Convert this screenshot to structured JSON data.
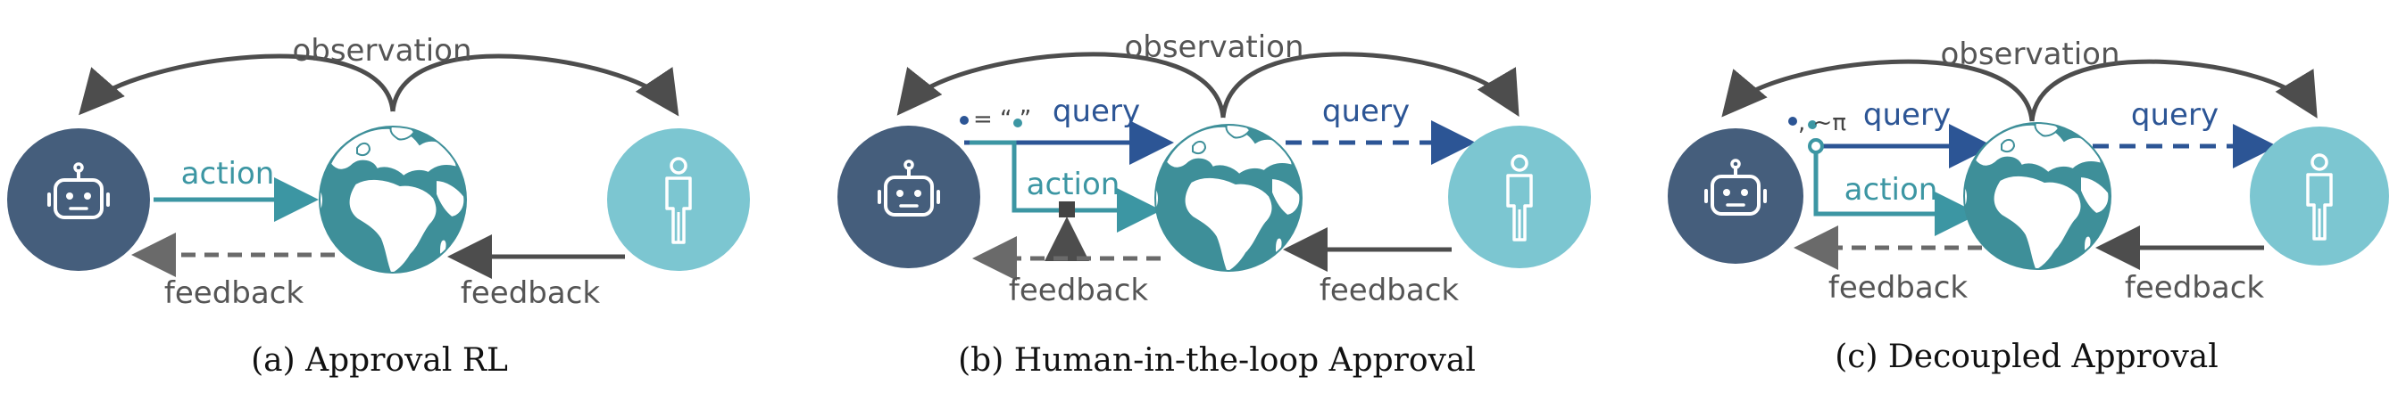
{
  "colors": {
    "agent": "#455e7c",
    "world": "#3e8f99",
    "human": "#7cc6d1",
    "action": "#3c96a3",
    "query": "#2c5595",
    "gray": "#4d4d4d",
    "dashed_gray": "#6a6a6a"
  },
  "icons": {
    "agent": "robot-icon",
    "world": "globe-icon",
    "human": "person-icon"
  },
  "panels": [
    {
      "caption": "(a) Approval RL",
      "observation": "observation",
      "action": "action",
      "feedback_agent": "feedback",
      "feedback_human": "feedback"
    },
    {
      "caption": "(b) Human-in-the-loop Approval",
      "observation": "observation",
      "query_agent": "query",
      "query_human": "query",
      "action": "action",
      "feedback_agent": "feedback",
      "feedback_human": "feedback",
      "query_formula": "= “ ”"
    },
    {
      "caption": "(c) Decoupled Approval",
      "observation": "observation",
      "query_agent": "query",
      "query_human": "query",
      "action": "action",
      "feedback_agent": "feedback",
      "feedback_human": "feedback",
      "query_formula": ", ~π"
    }
  ]
}
